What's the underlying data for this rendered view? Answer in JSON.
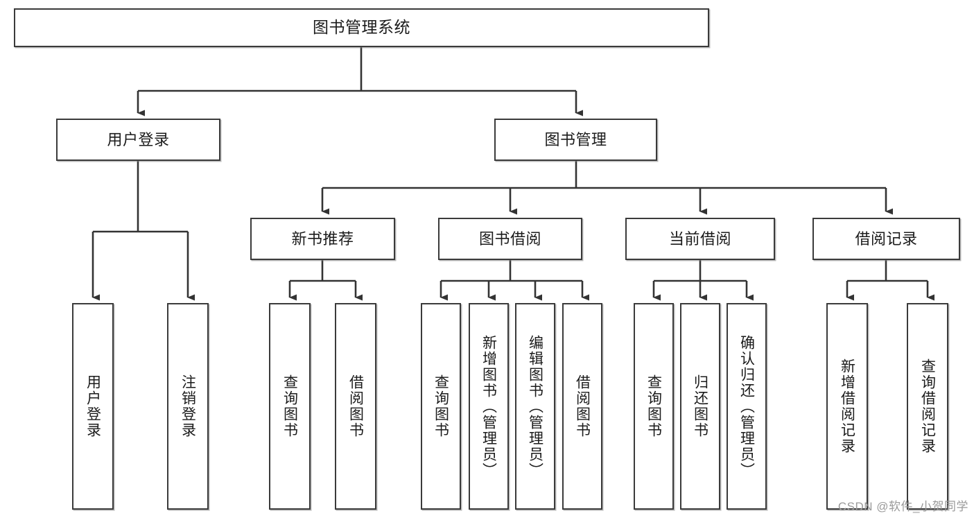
{
  "diagram": {
    "title": "图书管理系统",
    "type": "tree-hierarchy-chart",
    "watermark": "CSDN @软件_小贺同学",
    "colors": {
      "box_border": "#3a3a3a",
      "box_fill": "#ffffff",
      "edge": "#333333",
      "text": "#1b1b1b",
      "watermark": "#9a9a9a",
      "canvas": "#ffffff"
    }
  },
  "nodes": {
    "root": {
      "label": "图书管理系统"
    },
    "level2": [
      {
        "id": "user-login",
        "label": "用户登录"
      },
      {
        "id": "book-manage",
        "label": "图书管理"
      }
    ],
    "level3": [
      {
        "id": "new-book-recommend",
        "label": "新书推荐"
      },
      {
        "id": "book-borrow",
        "label": "图书借阅"
      },
      {
        "id": "current-borrow",
        "label": "当前借阅"
      },
      {
        "id": "borrow-record",
        "label": "借阅记录"
      }
    ],
    "leaves": {
      "user_login": [
        {
          "id": "leaf-user-login",
          "label": "用户登录"
        },
        {
          "id": "leaf-logout",
          "label": "注销登录"
        }
      ],
      "new_book_recommend": [
        {
          "id": "leaf-query-book-1",
          "label": "查询图书"
        },
        {
          "id": "leaf-borrow-book-1",
          "label": "借阅图书"
        }
      ],
      "book_borrow": [
        {
          "id": "leaf-query-book-2",
          "label": "查询图书"
        },
        {
          "id": "leaf-add-book",
          "label": "新增图书（管理员）"
        },
        {
          "id": "leaf-edit-book",
          "label": "编辑图书（管理员）"
        },
        {
          "id": "leaf-borrow-book-2",
          "label": "借阅图书"
        }
      ],
      "current_borrow": [
        {
          "id": "leaf-query-book-3",
          "label": "查询图书"
        },
        {
          "id": "leaf-return-book",
          "label": "归还图书"
        },
        {
          "id": "leaf-confirm-return",
          "label": "确认归还（管理员）"
        }
      ],
      "borrow_record": [
        {
          "id": "leaf-add-record",
          "label": "新增借阅记录"
        },
        {
          "id": "leaf-query-record",
          "label": "查询借阅记录"
        }
      ]
    }
  }
}
